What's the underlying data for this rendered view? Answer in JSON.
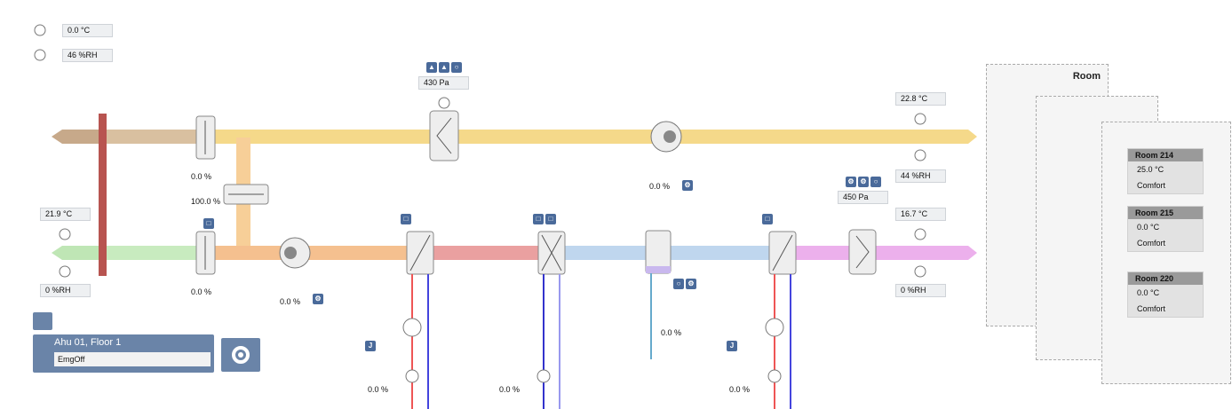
{
  "outdoor": {
    "temp": "0.0 °C",
    "humidity": "46 %RH"
  },
  "exhaust": {
    "temp": "22.8 °C",
    "humidity": "44 %RH",
    "pressure": "450 Pa"
  },
  "supply_fan_pressure": "430 Pa",
  "intake": {
    "temp": "21.9 °C",
    "humidity": "0 %RH"
  },
  "supply_out": {
    "temp": "16.7 °C",
    "humidity": "0 %RH"
  },
  "dampers": {
    "top": "0.0 %",
    "mix": "100.0 %",
    "bottom": "0.0 %"
  },
  "fans": {
    "exhaust_fan": "0.0 %",
    "supply_fan": "0.0 %"
  },
  "humidifier": "0.0 %",
  "valves": {
    "preheat": "0.0 %",
    "cooling": "0.0 %",
    "reheat": "0.0 %"
  },
  "rooms_panel": {
    "title": "Room"
  },
  "rooms": [
    {
      "name": "Room 214",
      "temp": "25.0 °C",
      "mode": "Comfort"
    },
    {
      "name": "Room 215",
      "temp": "0.0 °C",
      "mode": "Comfort"
    },
    {
      "name": "Room 220",
      "temp": "0.0 °C",
      "mode": "Comfort"
    }
  ],
  "ahu": {
    "name": "Ahu 01, Floor 1",
    "status": "EmgOff"
  },
  "colors": {
    "exhaust_duct": "#f5d98a",
    "return_duct": "#c7a98a",
    "intake_duct": "#bfe6b5",
    "preheat_duct": "#f5c08f",
    "heated_duct": "#eaa0a0",
    "cooled_duct": "#bfd6ee",
    "supply_duct": "#ecb0ec",
    "accent": "#4a6a9a",
    "wall": "#b85450"
  }
}
